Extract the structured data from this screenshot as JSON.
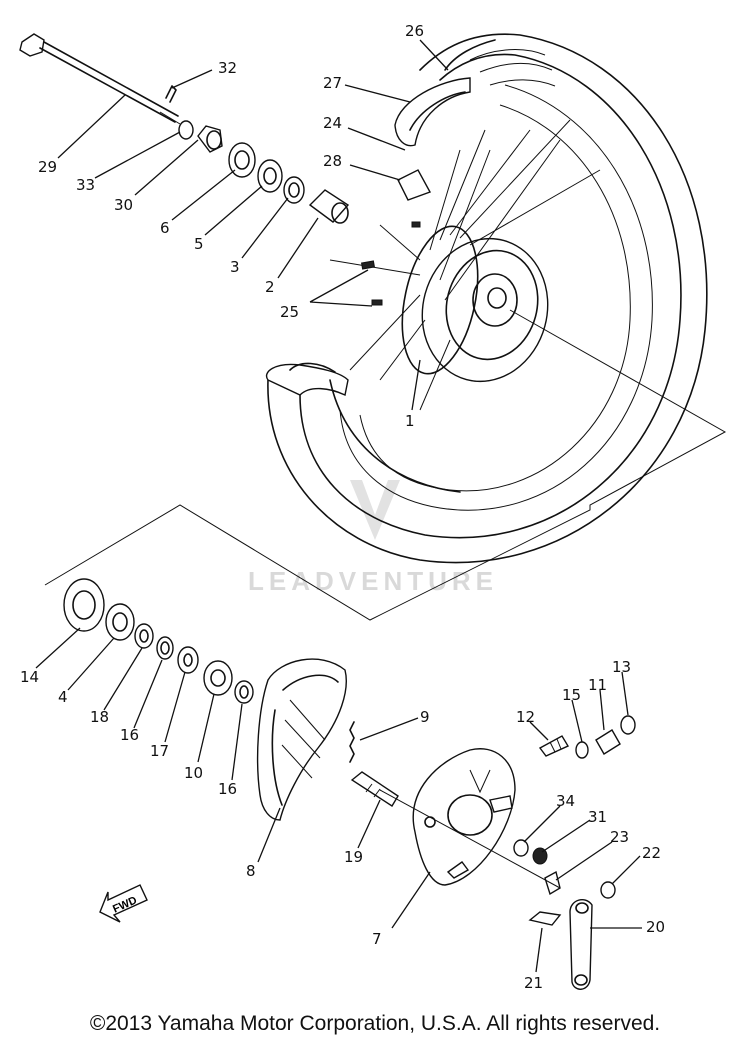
{
  "diagram": {
    "watermark_text": "LEADVENTURE",
    "fwd_label": "FWD",
    "copyright": "©2013 Yamaha Motor Corporation, U.S.A. All rights reserved.",
    "callouts": {
      "p1": "1",
      "p2": "2",
      "p3": "3",
      "p4": "4",
      "p5": "5",
      "p6": "6",
      "p7": "7",
      "p8": "8",
      "p9": "9",
      "p10": "10",
      "p11": "11",
      "p12": "12",
      "p13": "13",
      "p14": "14",
      "p15": "15",
      "p16a": "16",
      "p16b": "16",
      "p17": "17",
      "p18": "18",
      "p19": "19",
      "p20": "20",
      "p21": "21",
      "p22": "22",
      "p23": "23",
      "p24": "24",
      "p25": "25",
      "p26": "26",
      "p27": "27",
      "p28": "28",
      "p29": "29",
      "p30": "30",
      "p31": "31",
      "p32": "32",
      "p33": "33",
      "p34": "34"
    }
  }
}
